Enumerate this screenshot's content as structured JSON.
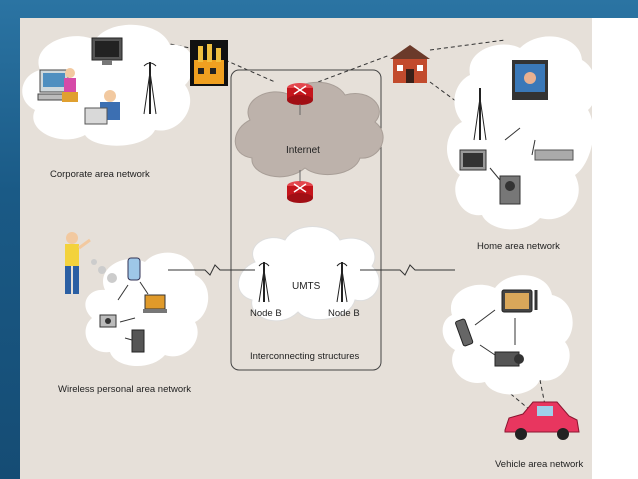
{
  "labels": {
    "corporate": "Corporate area network",
    "home": "Home area network",
    "wireless": "Wireless personal area network",
    "vehicle": "Vehicle area network",
    "internet": "Internet",
    "umts": "UMTS",
    "node_b_left": "Node B",
    "node_b_right": "Node B",
    "interconnecting": "Interconnecting structures"
  },
  "colors": {
    "panel": "#e6e0d9",
    "cloud": "#ffffff",
    "internet_cloud": "#bdb2ab",
    "router": "#c4151c",
    "car": "#e8365f"
  }
}
